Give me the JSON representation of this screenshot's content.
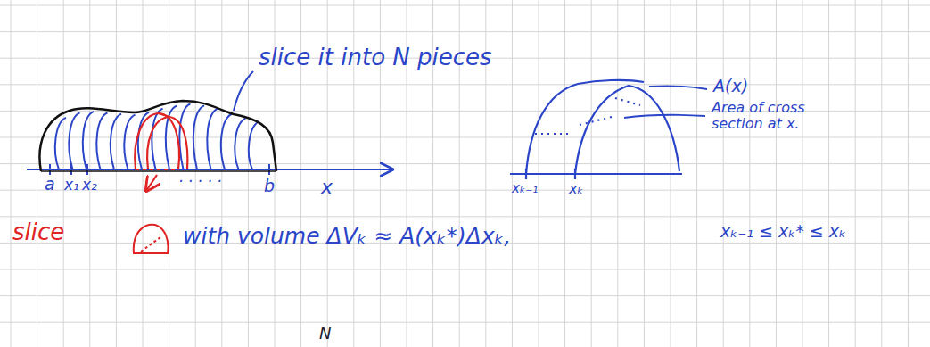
{
  "diagram": {
    "labels": [
      "slice it into N pieces",
      "a",
      "x₁",
      "x₂",
      "· · · · ·",
      "b",
      "x",
      "A(x)",
      "Area of cross section at x.",
      "xₖ₋₁",
      "xₖ",
      "slice",
      "with volume ΔVₖ ≈ A(xₖ*)Δxₖ,",
      "xₖ₋₁ ≤ xₖ* ≤ xₖ",
      "N"
    ]
  }
}
